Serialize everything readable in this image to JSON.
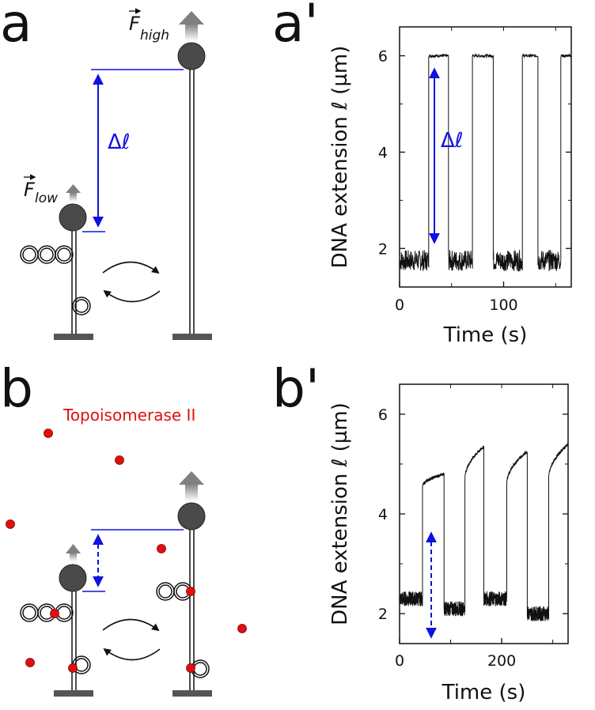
{
  "panels": {
    "a": "a",
    "a_prime": "a'",
    "b": "b",
    "b_prime": "b'"
  },
  "labels": {
    "force_low_main": "F",
    "force_low_sub": "low",
    "force_high_main": "F",
    "force_high_sub": "high",
    "delta_ell": "Δℓ",
    "topoisomerase": "Topoisomerase II"
  },
  "colors": {
    "blue": "#1010e0",
    "red": "#e01010",
    "bead": "#4a4a4a"
  },
  "chart_data": [
    {
      "type": "line",
      "panel": "a'",
      "xlabel": "Time (s)",
      "ylabel": "DNA extension ℓ (µm)",
      "xlim": [
        0,
        165
      ],
      "ylim": [
        1.2,
        6.6
      ],
      "xticks": [
        0,
        100
      ],
      "yticks": [
        2,
        4,
        6
      ],
      "annotation": "Δℓ",
      "segments": [
        {
          "t0": 0,
          "t1": 28,
          "level": 1.75,
          "noise": 0.22
        },
        {
          "t0": 28,
          "t1": 47,
          "level": 6.0,
          "noise": 0.03
        },
        {
          "t0": 47,
          "t1": 70,
          "level": 1.75,
          "noise": 0.22
        },
        {
          "t0": 70,
          "t1": 90,
          "level": 6.0,
          "noise": 0.03
        },
        {
          "t0": 90,
          "t1": 118,
          "level": 1.75,
          "noise": 0.22
        },
        {
          "t0": 118,
          "t1": 133,
          "level": 6.0,
          "noise": 0.03
        },
        {
          "t0": 133,
          "t1": 155,
          "level": 1.75,
          "noise": 0.22
        },
        {
          "t0": 155,
          "t1": 165,
          "level": 6.0,
          "noise": 0.03
        }
      ]
    },
    {
      "type": "line",
      "panel": "b'",
      "xlabel": "Time (s)",
      "ylabel": "DNA extension ℓ (µm)",
      "xlim": [
        0,
        330
      ],
      "ylim": [
        1.4,
        6.6
      ],
      "xticks": [
        0,
        200
      ],
      "yticks": [
        2,
        4,
        6
      ],
      "segments": [
        {
          "t0": 0,
          "t1": 45,
          "level": 2.3,
          "noise": 0.15
        },
        {
          "t0": 45,
          "t1": 87,
          "level_start": 4.55,
          "level_end": 4.8,
          "noise": 0.03
        },
        {
          "t0": 87,
          "t1": 128,
          "level": 2.1,
          "noise": 0.15
        },
        {
          "t0": 128,
          "t1": 165,
          "level_start": 4.7,
          "level_end": 5.35,
          "noise": 0.03
        },
        {
          "t0": 165,
          "t1": 210,
          "level": 2.3,
          "noise": 0.15
        },
        {
          "t0": 210,
          "t1": 250,
          "level_start": 4.6,
          "level_end": 5.25,
          "noise": 0.03
        },
        {
          "t0": 250,
          "t1": 292,
          "level": 2.0,
          "noise": 0.15
        },
        {
          "t0": 292,
          "t1": 330,
          "level_start": 4.7,
          "level_end": 5.4,
          "noise": 0.03
        }
      ]
    }
  ]
}
